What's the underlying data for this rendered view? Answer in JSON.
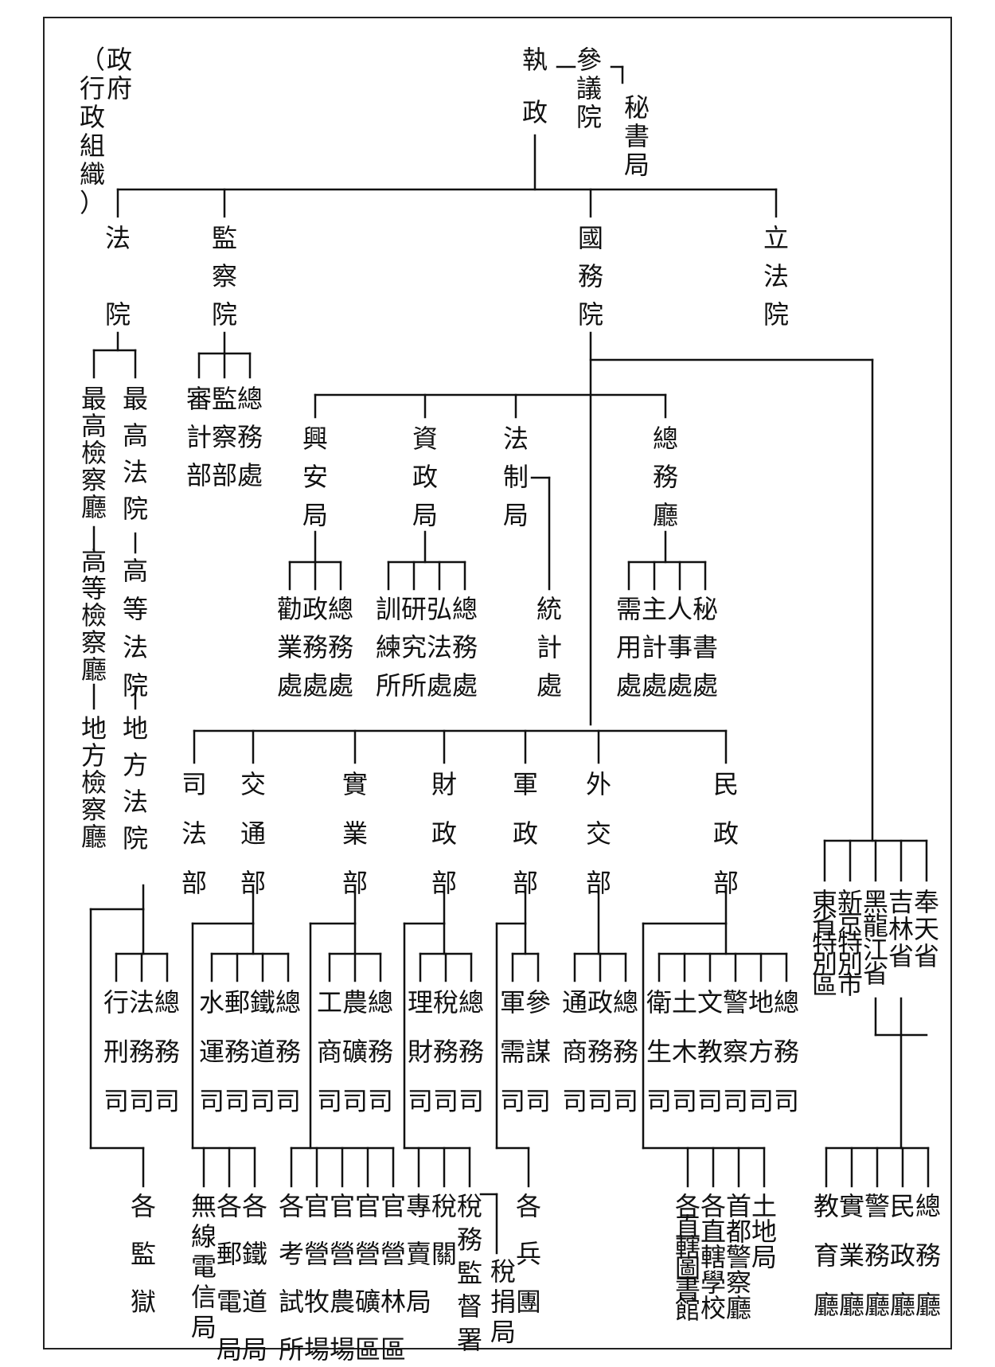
{
  "chart_data": {
    "type": "organization-chart",
    "title": "政府（行政組織）",
    "nodes": [
      {
        "id": "title",
        "text": "政府（行政組織）"
      },
      {
        "id": "zhizheng",
        "text": "執政"
      },
      {
        "id": "canyiyuan",
        "text": "參議院"
      },
      {
        "id": "mishuju",
        "text": "秘書局"
      },
      {
        "id": "fayuan",
        "text": "法院"
      },
      {
        "id": "jianchayuan",
        "text": "監察院"
      },
      {
        "id": "guowuyuan",
        "text": "國務院"
      },
      {
        "id": "lifayuan",
        "text": "立法院"
      },
      {
        "id": "jc_zongwuchu",
        "text": "總務處"
      },
      {
        "id": "jc_jianchabu",
        "text": "監察部"
      },
      {
        "id": "jc_shenjibu",
        "text": "審計部"
      },
      {
        "id": "zuigao_fayuan",
        "text": "最高法院"
      },
      {
        "id": "gaodeng_fayuan",
        "text": "高等法院"
      },
      {
        "id": "difang_fayuan",
        "text": "地方法院"
      },
      {
        "id": "zuigao_jcting",
        "text": "最高檢察廳"
      },
      {
        "id": "gaodeng_jcting",
        "text": "高等檢察廳"
      },
      {
        "id": "difang_jcting",
        "text": "地方檢察廳"
      },
      {
        "id": "xinganju",
        "text": "興安局"
      },
      {
        "id": "zizhengju",
        "text": "資政局"
      },
      {
        "id": "fazhiju",
        "text": "法制局"
      },
      {
        "id": "zongwuting",
        "text": "總務廳"
      },
      {
        "id": "xa_zongwu",
        "text": "總務處"
      },
      {
        "id": "xa_zhengwu",
        "text": "政務處"
      },
      {
        "id": "xa_quanye",
        "text": "勸業處"
      },
      {
        "id": "zz_zongwu",
        "text": "總務處"
      },
      {
        "id": "zz_hongfa",
        "text": "弘法處"
      },
      {
        "id": "zz_yanjiu",
        "text": "研究所"
      },
      {
        "id": "zz_xunlian",
        "text": "訓練所"
      },
      {
        "id": "tongjichu",
        "text": "統計處"
      },
      {
        "id": "zw_mishu",
        "text": "秘書處"
      },
      {
        "id": "zw_renshi",
        "text": "人事處"
      },
      {
        "id": "zw_zhuji",
        "text": "主計處"
      },
      {
        "id": "zw_xuyong",
        "text": "需用處"
      },
      {
        "id": "sifabu",
        "text": "司法部"
      },
      {
        "id": "jiaotongbu",
        "text": "交通部"
      },
      {
        "id": "shiyebu",
        "text": "實業部"
      },
      {
        "id": "caizhengbu",
        "text": "財政部"
      },
      {
        "id": "junzhengbu",
        "text": "軍政部"
      },
      {
        "id": "waijiaobu",
        "text": "外交部"
      },
      {
        "id": "minzhengbu",
        "text": "民政部"
      },
      {
        "id": "fengtian",
        "text": "奉天省"
      },
      {
        "id": "jilin",
        "text": "吉林省"
      },
      {
        "id": "heilongjiang",
        "text": "黑龍江省"
      },
      {
        "id": "xinjing",
        "text": "新京特別市"
      },
      {
        "id": "dongsheng",
        "text": "東省特別區"
      },
      {
        "id": "sf_zongwu",
        "text": "總務司"
      },
      {
        "id": "sf_fawu",
        "text": "法務司"
      },
      {
        "id": "sf_xingxing",
        "text": "行刑司"
      },
      {
        "id": "gejianyu",
        "text": "各監獄"
      },
      {
        "id": "jt_zongwu",
        "text": "總務司"
      },
      {
        "id": "jt_tiedao",
        "text": "鐵道司"
      },
      {
        "id": "jt_youwu",
        "text": "郵務司"
      },
      {
        "id": "jt_shuiyun",
        "text": "水運司"
      },
      {
        "id": "ge_tiedaoju",
        "text": "各鐵道局"
      },
      {
        "id": "ge_youdianju",
        "text": "各郵電局"
      },
      {
        "id": "wuxian_dianxinju",
        "text": "無線電信局"
      },
      {
        "id": "sy_zongwu",
        "text": "總務司"
      },
      {
        "id": "sy_nongkuang",
        "text": "農礦司"
      },
      {
        "id": "sy_gongshang",
        "text": "工商司"
      },
      {
        "id": "guanying_linqu",
        "text": "官營林區"
      },
      {
        "id": "guanying_kuangqu",
        "text": "官營礦區"
      },
      {
        "id": "guanying_nongchang",
        "text": "官營農場"
      },
      {
        "id": "guanying_muchang",
        "text": "官營牧場"
      },
      {
        "id": "ge_kaoshisuo",
        "text": "各考試所"
      },
      {
        "id": "cz_zongwu",
        "text": "總務司"
      },
      {
        "id": "cz_shuiwu",
        "text": "稅務司"
      },
      {
        "id": "cz_licai",
        "text": "理財司"
      },
      {
        "id": "shuiwu_jiandushu",
        "text": "稅務監督署"
      },
      {
        "id": "shuiguan",
        "text": "稅關"
      },
      {
        "id": "zhuanmaiju",
        "text": "專賣局"
      },
      {
        "id": "shuijuanju",
        "text": "稅捐局"
      },
      {
        "id": "jz_canmou",
        "text": "參謀司"
      },
      {
        "id": "jz_junxu",
        "text": "軍需司"
      },
      {
        "id": "gebingtuan",
        "text": "各兵團"
      },
      {
        "id": "wj_zongwu",
        "text": "總務司"
      },
      {
        "id": "wj_zhengwu",
        "text": "政務司"
      },
      {
        "id": "wj_tongshang",
        "text": "通商司"
      },
      {
        "id": "mz_zongwu",
        "text": "總務司"
      },
      {
        "id": "mz_difang",
        "text": "地方司"
      },
      {
        "id": "mz_jingcha",
        "text": "警察司"
      },
      {
        "id": "mz_wenjiao",
        "text": "文教司"
      },
      {
        "id": "mz_tumu",
        "text": "土木司"
      },
      {
        "id": "mz_weisheng",
        "text": "衛生司"
      },
      {
        "id": "tudiju",
        "text": "土地局"
      },
      {
        "id": "shoudu_jingchating",
        "text": "首都警察廳"
      },
      {
        "id": "gezhixia_xuexiao",
        "text": "各直轄學校"
      },
      {
        "id": "gezhixia_tushuguan",
        "text": "各直轄圖書館"
      },
      {
        "id": "sheng_zongwuting",
        "text": "總務廳"
      },
      {
        "id": "sheng_minzhengting",
        "text": "民政廳"
      },
      {
        "id": "sheng_jingwuting",
        "text": "警務廳"
      },
      {
        "id": "sheng_shiyeting",
        "text": "實業廳"
      },
      {
        "id": "sheng_jiaoyuting",
        "text": "教育廳"
      }
    ]
  }
}
